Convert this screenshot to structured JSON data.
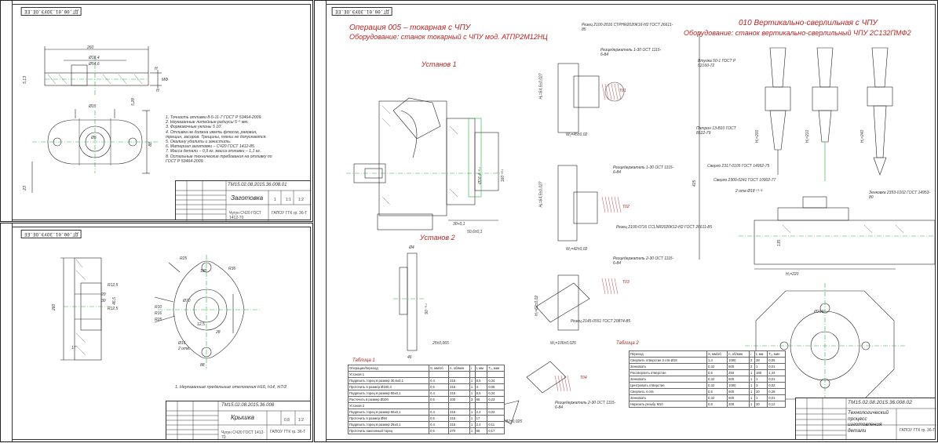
{
  "sheet1": {
    "stamp": "ДТ.00.01.ЗОУЭ.ОЕ.ЕЕ",
    "dims": [
      "260",
      "Ø16,4",
      "Ø54,6",
      "Ø15",
      "5,28",
      "Ø5",
      "88",
      "23",
      "5,13",
      "H",
      "Н",
      "МФ"
    ],
    "notes": [
      "1. Точность отливки 8-5-11-7 ГОСТ Р 53464-2009.",
      "2. Неуказанные литейные радиусы 5⁺¹ мм.",
      "3. Формовочные уклоны 5 10'.",
      "4. Отливка не должна иметь флюсов, раковин,",
      "трещин, засоров. Трещины, плены не допускаются.",
      "5. Окалину удалить и зачистить.",
      "6. Материал заготовки – СЧ20 ГОСТ 1412-85.",
      "7. Масса детали – 0,9 кг, масса отливки – 1,1 кг.",
      "8. Остальные технические требования на отливку по",
      "ГОСТ Р 53464-2009."
    ],
    "title_code": "ТМ15.02.08.2015.36.008.01",
    "title_name": "Заготовка",
    "material": "Чугун СЧ20 ГОСТ 1412-70",
    "org": "ГАПОУ ГТК гр. 36-Т",
    "scale_vals": [
      "1",
      "1:1",
      "1:2"
    ]
  },
  "sheet2": {
    "stamp": "ДТ.00.01.ЗОУЭ.ОЕ.ЕЕ",
    "dims": [
      "R25",
      "180",
      "R36",
      "260",
      "Ø70",
      "R12,5",
      "R12,5",
      "20",
      "30",
      "46,5",
      "R10",
      "R16",
      "Ø16",
      "2 отв.",
      "R25",
      "12,5",
      "17",
      "28",
      "88"
    ],
    "note": "1. Неуказанные предельные отклонения H16, h14, ±IT/2",
    "title_code": "ТМ15.02.08.2015.36.008",
    "title_name": "Крышка",
    "material": "Чугун СЧ20 ГОСТ 1412-70",
    "org": "ГАПОУ ГТК гр. 36-Т",
    "scale_vals": [
      "",
      "0,8",
      "1:2"
    ]
  },
  "sheet3": {
    "stamp": "ДТ.00.01.ЗОУЭ.ОЕ.ЕЕ",
    "op005_line1": "Операция 005 – токарная с ЧПУ",
    "op005_line2": "Оборудование: станок токарный с ЧПУ мод. АТПР2М12НЦ",
    "op010_line1": "010 Вертикально-сверлильная с ЧПУ",
    "op010_line2": "Оборудование: станок вертикально-сверлильный ЧПУ 2С132ПМФ2",
    "setup1": "Установ 1",
    "setup2": "Установ 2",
    "tool_labels": [
      "Резец 2100-2016 СТРНR2020К16-Н2 ГОСТ 26611-85",
      "Резцедержатель 1-30 ОСТ 1115-6-84",
      "Резцедержатель 1-30 ОСТ 1115-6-84",
      "Резец 2100-0716 СCLNR2020К12-Н2 ГОСТ 26611-85",
      "Резцедержатель 2-30 ОСТ 1115-6-84",
      "Резец 2145-0551 ГОСТ 20874-85",
      "Резцедержатель 2-30 ОСТ 1115-6-84",
      "Втулка 50-1 ГОСТ Р 52160-72",
      "Патрон 13-В10 ГОСТ 8522-79",
      "Сверло 2317-0105 ГОСТ 14952-75",
      "Сверло 2300-0241 ГОСТ 10902-77",
      "Зенковка 2353-0102 ГОСТ 14953-80"
    ],
    "tool_codes": [
      "Т01",
      "Т02",
      "Т03",
      "Т04"
    ],
    "dims_right": [
      "425",
      "135",
      "H₁=220",
      "Ø210",
      "H₁=200",
      "H₁=210",
      "H₁=240",
      "2 отв Ø18⁺⁰·⁰¹"
    ],
    "dims_left": [
      "H₁=64,5±0,027",
      "W₁=45±0,02",
      "H₁=64,5±0,027",
      "W₁=42±0,02",
      "H₁=62±0,02",
      "W₁=106±0,025",
      "W₁=82±0,025",
      "30+0,1",
      "50,6±0,1",
      "25±0,065",
      "Ø4",
      "160⁻⁰·¹",
      "90⁻⁰·¹",
      "Ø16,4⁻⁰·¹",
      "46"
    ],
    "table1_title": "Таблица 1",
    "table1_headers": [
      "Операции/переход",
      "S, мм/об",
      "n, об/мин",
      "i",
      "t, мм",
      "T₀, мин"
    ],
    "table1_rows": [
      [
        "Установ 1",
        "",
        "",
        "",
        "",
        ""
      ],
      [
        "Подрезать торец в размер 30,6±0,1",
        "0,4",
        "315",
        "1",
        "8,5",
        "0,34"
      ],
      [
        "Проточить в размер Ø180,4",
        "0,5",
        "315",
        "1",
        "4",
        "0,05"
      ],
      [
        "Подрезать торец в размер 50±0,1",
        "0,4",
        "315",
        "1",
        "8,5",
        "0,34"
      ],
      [
        "Расточить в размер Ø100",
        "0,5",
        "400",
        "3",
        "66",
        "0,23"
      ],
      [
        "Установ 2",
        "",
        "",
        "",
        "",
        ""
      ],
      [
        "Подрезать торец в размер 60±0,1",
        "0,4",
        "315",
        "1",
        "2,4",
        "0,02"
      ],
      [
        "Проточить в размер Ø94",
        "0,5",
        "315",
        "1",
        "17",
        ""
      ],
      [
        "Подрезать торец в размер 25±0,1",
        "0,4",
        "315",
        "1",
        "2,4",
        "0,11"
      ],
      [
        "Проточить наклонный торец",
        "0,5",
        "270",
        "1",
        "66",
        "0,17"
      ]
    ],
    "table2_title": "Таблица 2",
    "table2_headers": [
      "Переход",
      "S, мм/об",
      "n, об/мин",
      "i",
      "t, мм",
      "T₀, мин"
    ],
    "table2_rows": [
      [
        "Сверлить отверстие 2 отв Ø18",
        "1,4",
        "1000",
        "2",
        "28",
        "0,05"
      ],
      [
        "Зенковать",
        "0,32",
        "500",
        "2",
        "1",
        "0,01"
      ],
      [
        "Рассверлить отверстие",
        "0,5",
        "250",
        "1",
        "180",
        "1,44"
      ],
      [
        "Зенковать",
        "0,32",
        "500",
        "1",
        "1",
        "0,01"
      ],
      [
        "Центровать отверстие",
        "0,32",
        "1000",
        "1",
        "3",
        "0,02"
      ],
      [
        "Сверлить 4 отв",
        "0,5",
        "500",
        "1",
        "20",
        "0,28"
      ],
      [
        "Зенковать",
        "0,32",
        "500",
        "1",
        "1",
        "0,01"
      ],
      [
        "Нарезать резьбу М10",
        "0,8",
        "200",
        "1",
        "20",
        "0,12"
      ]
    ],
    "title_code": "ТМ15.02.08.2015.36.008.02",
    "title_name": "Технологический процесс изготовления детали",
    "org": "ГАПОУ ГТК гр. 36-Т"
  }
}
